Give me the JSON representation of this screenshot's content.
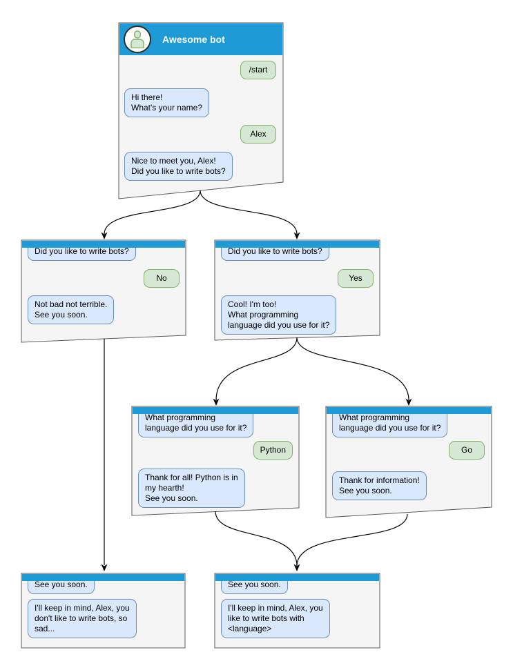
{
  "canvas": {
    "background": "#ffffff"
  },
  "colors": {
    "header_blue": "#1e9bd7",
    "window_fill": "#f5f5f5",
    "window_stroke": "#5b5b5b",
    "bot_bubble_fill": "#dae8fc",
    "bot_bubble_stroke": "#6c8ebf",
    "user_bubble_fill": "#d5e8d4",
    "user_bubble_stroke": "#82b366",
    "connector": "#000000"
  },
  "windows": {
    "main": {
      "title": "Awesome bot",
      "avatar_icon": "person-icon",
      "messages": {
        "start_command": "/start",
        "greeting": "Hi there!\nWhat's your name?",
        "user_name": "Alex",
        "ask_write_bots": "Nice to meet you, Alex!\nDid you like to write bots?"
      }
    },
    "branch_no": {
      "messages": {
        "question": "Did you like to write bots?",
        "answer": "No",
        "reply": "Not bad not terrible.\nSee you soon."
      }
    },
    "branch_yes": {
      "messages": {
        "question": "Did you like to write bots?",
        "answer": "Yes",
        "reply": "Cool! I'm too!\nWhat programming\nlanguage did you use for it?"
      }
    },
    "branch_python": {
      "messages": {
        "question": "What programming\nlanguage did you use for it?",
        "answer": "Python",
        "reply": "Thank for all! Python is in\nmy hearth!\nSee you soon."
      }
    },
    "branch_go": {
      "messages": {
        "question": "What programming\nlanguage did you use for it?",
        "answer": "Go",
        "reply": "Thank for information!\nSee you soon."
      }
    },
    "end_no": {
      "messages": {
        "question": "See you soon.",
        "reply": "I'll keep in mind, Alex, you\ndon't like to write bots, so\nsad..."
      }
    },
    "end_yes": {
      "messages": {
        "question": "See you soon.",
        "reply": "I'll keep in mind, Alex, you\nlike to write bots with\n<language>"
      }
    }
  },
  "connections": [
    {
      "from": "main",
      "to": "branch_no"
    },
    {
      "from": "main",
      "to": "branch_yes"
    },
    {
      "from": "branch_yes",
      "to": "branch_python"
    },
    {
      "from": "branch_yes",
      "to": "branch_go"
    },
    {
      "from": "branch_no",
      "to": "end_no"
    },
    {
      "from": "branch_python",
      "to": "end_yes"
    },
    {
      "from": "branch_go",
      "to": "end_yes"
    }
  ]
}
